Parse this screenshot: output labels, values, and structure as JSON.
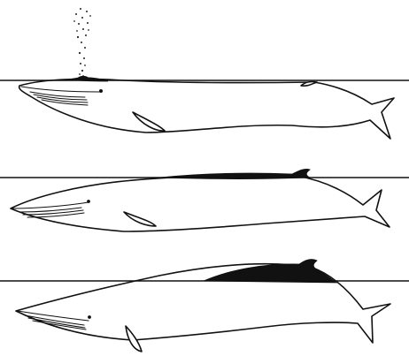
{
  "figure": {
    "panels": [
      {
        "stage": "surfacing",
        "feature": "spout-and-blowhole"
      },
      {
        "stage": "rolling",
        "feature": "dorsal-fin-exposed"
      },
      {
        "stage": "diving",
        "feature": "back-arched-above-water"
      }
    ],
    "colors": {
      "ink": "#111111",
      "background": "#ffffff"
    }
  }
}
